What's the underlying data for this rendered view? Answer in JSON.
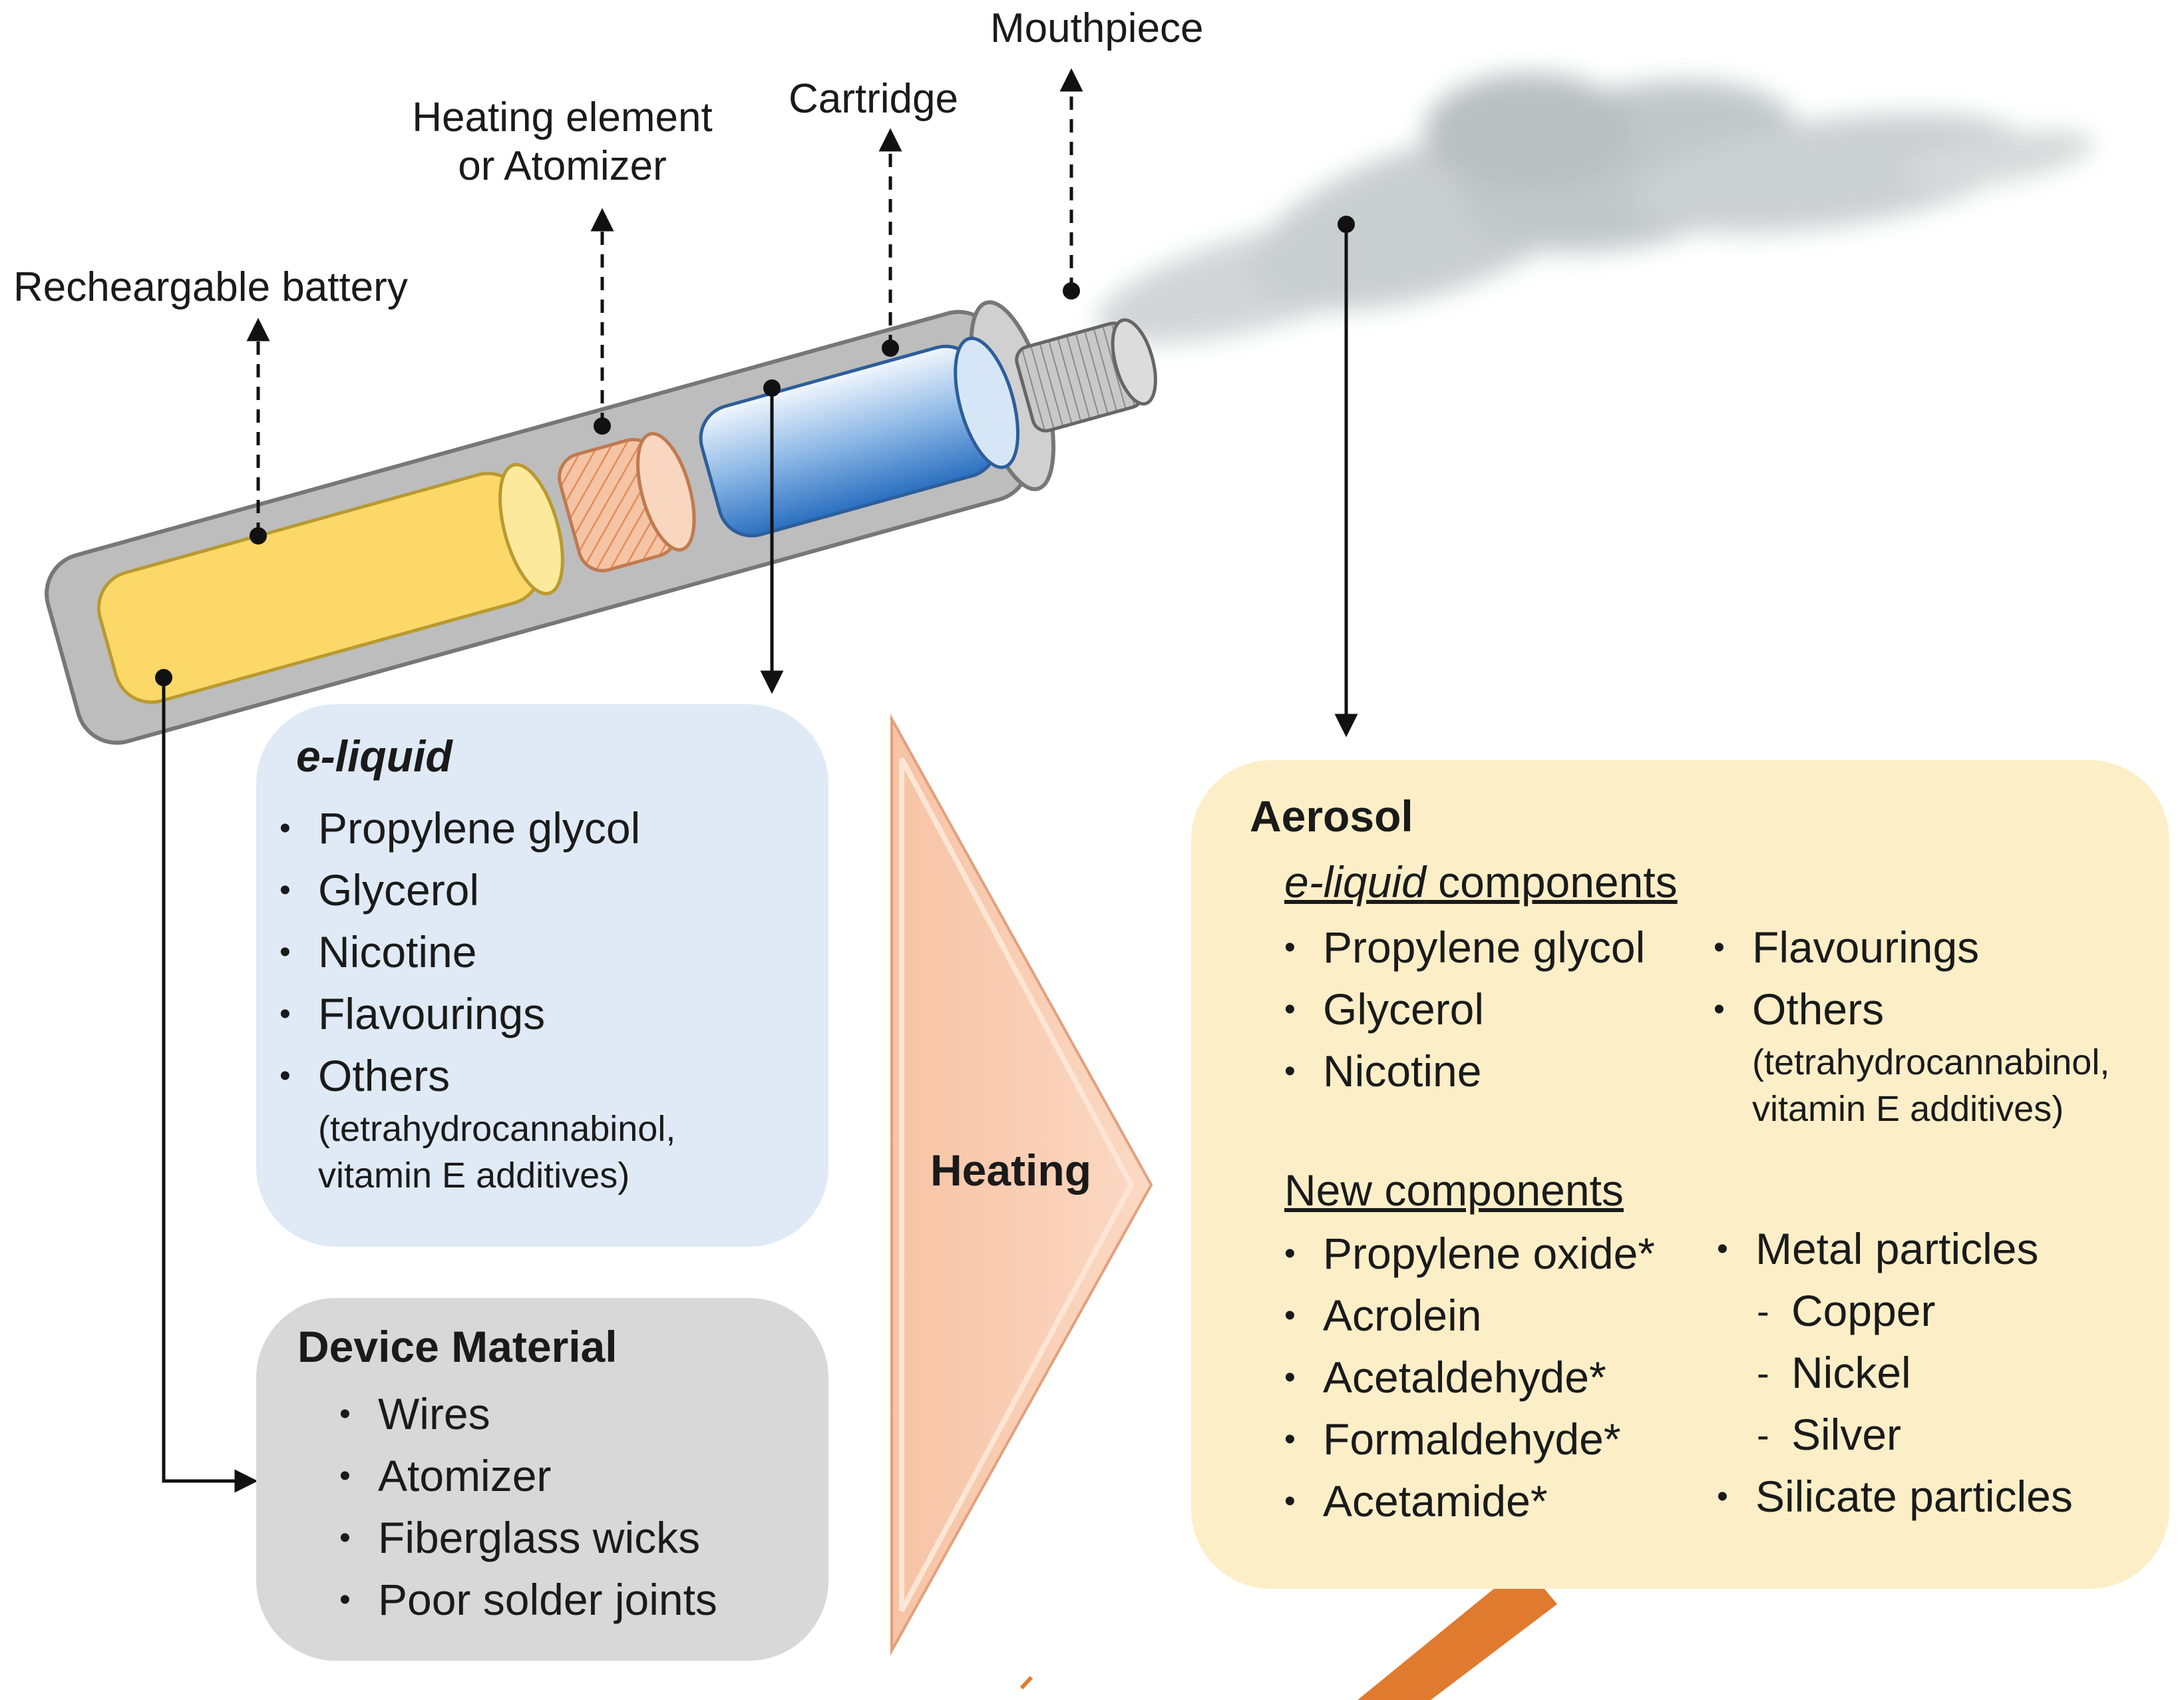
{
  "labels": {
    "battery": "Recheargable battery",
    "heating_line1": "Heating element",
    "heating_line2": "or Atomizer",
    "cartridge": "Cartridge",
    "mouthpiece": "Mouthpiece"
  },
  "eliquid_box": {
    "title": "e-liquid",
    "items": [
      "Propylene glycol",
      "Glycerol",
      "Nicotine",
      "Flavourings",
      "Others"
    ],
    "others_note_line1": "(tetrahydrocannabinol,",
    "others_note_line2": "vitamin E additives)"
  },
  "device_box": {
    "title": "Device Material",
    "items": [
      "Wires",
      "Atomizer",
      "Fiberglass wicks",
      "Poor solder joints"
    ]
  },
  "heating_label": "Heating",
  "aerosol_box": {
    "title": "Aerosol",
    "eliquid_heading_italic": "e-liquid",
    "eliquid_heading_rest": " components",
    "eliquid_left": [
      "Propylene glycol",
      "Glycerol",
      "Nicotine"
    ],
    "eliquid_right": [
      "Flavourings",
      "Others"
    ],
    "others_note_line1": "(tetrahydrocannabinol,",
    "others_note_line2": "vitamin E additives)",
    "new_heading": "New components",
    "new_left": [
      "Propylene oxide*",
      "Acrolein",
      "Acetaldehyde*",
      "Formaldehyde*",
      "Acetamide*"
    ],
    "new_right_main": "Metal particles",
    "new_right_metals": [
      "Copper",
      "Nickel",
      "Silver"
    ],
    "new_right_last": "Silicate particles"
  },
  "colors": {
    "eliquid_box": "#dfeaf6",
    "device_box": "#d8d8d8",
    "aerosol_box": "#fcefc8",
    "heating_arrow": "#f9c9ac",
    "battery": "#fcd868",
    "cartridge": "#3f82cc",
    "atomizer": "#f2b896",
    "body": "#bcbcbc",
    "pen": "#e07a2e"
  }
}
